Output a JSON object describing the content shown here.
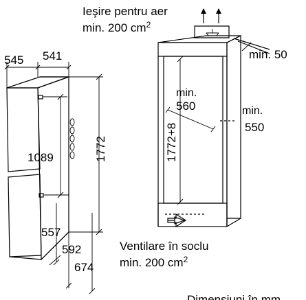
{
  "labels": {
    "air_outlet_line1": "Ieşire pentru aer",
    "air_outlet_line2": "min. 200 cm",
    "air_outlet_sup": "2",
    "plinth_vent_line1": "Ventilare în soclu",
    "plinth_vent_line2": "min. 200 cm",
    "plinth_vent_sup": "2",
    "dimensions_note": "Dimensiuni în mm"
  },
  "dimensions": {
    "width_outer": "545",
    "width_inner": "541",
    "height_total": "1772",
    "height_upper": "1089",
    "height_557": "557",
    "height_592": "592",
    "height_674": "674",
    "niche_height": "1772+8",
    "niche_width_min_label": "min.",
    "niche_width_min_value": "560",
    "depth_min_label": "min.",
    "depth_min_value": "550",
    "top_gap": "min. 50"
  }
}
